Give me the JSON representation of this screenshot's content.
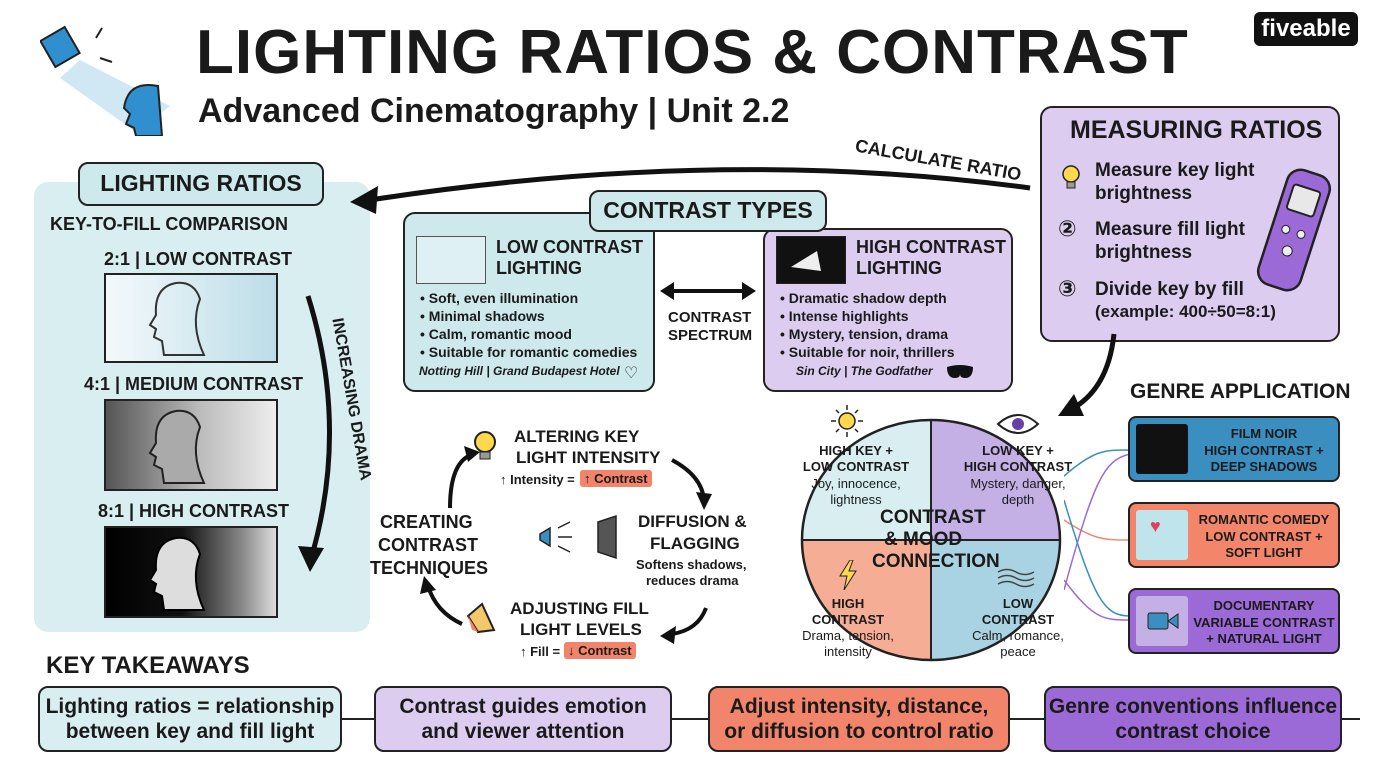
{
  "header": {
    "title": "LIGHTING RATIOS & CONTRAST",
    "subtitle": "Advanced Cinematography | Unit 2.2",
    "logo": "fiveable"
  },
  "lighting_ratios": {
    "heading": "LIGHTING RATIOS",
    "subheading": "KEY-TO-FILL COMPARISON",
    "items": [
      {
        "label": "2:1 | LOW CONTRAST"
      },
      {
        "label": "4:1 | MEDIUM CONTRAST"
      },
      {
        "label": "8:1 | HIGH CONTRAST"
      }
    ],
    "arrow_label": "INCREASING DRAMA"
  },
  "calculate_label": "CALCULATE RATIO",
  "contrast_types": {
    "heading": "CONTRAST TYPES",
    "low": {
      "title_line1": "LOW CONTRAST",
      "title_line2": "LIGHTING",
      "bullets": [
        "Soft, even illumination",
        "Minimal shadows",
        "Calm, romantic mood",
        "Suitable for romantic comedies"
      ],
      "examples": "Notting Hill | Grand Budapest Hotel"
    },
    "spectrum_line1": "CONTRAST",
    "spectrum_line2": "SPECTRUM",
    "high": {
      "title_line1": "HIGH CONTRAST",
      "title_line2": "LIGHTING",
      "bullets": [
        "Dramatic shadow depth",
        "Intense highlights",
        "Mystery, tension, drama",
        "Suitable for noir, thrillers"
      ],
      "examples": "Sin City | The Godfather"
    }
  },
  "measuring": {
    "heading": "MEASURING RATIOS",
    "steps": [
      {
        "num": "",
        "line1": "Measure key light",
        "line2": "brightness"
      },
      {
        "num": "②",
        "line1": "Measure fill light",
        "line2": "brightness"
      },
      {
        "num": "③",
        "line1": "Divide key by fill",
        "line2": "(example: 400÷50=8:1)"
      }
    ]
  },
  "techniques": {
    "center_line1": "CREATING",
    "center_line2": "CONTRAST",
    "center_line3": "TECHNIQUES",
    "altering_line1": "ALTERING KEY",
    "altering_line2": "LIGHT INTENSITY",
    "altering_formula_left": "↑ Intensity =",
    "altering_formula_right": "↑ Contrast",
    "diffusion_line1": "DIFFUSION &",
    "diffusion_line2": "FLAGGING",
    "diffusion_desc1": "Softens shadows,",
    "diffusion_desc2": "reduces drama",
    "fill_line1": "ADJUSTING FILL",
    "fill_line2": "LIGHT LEVELS",
    "fill_formula_left": "↑ Fill =",
    "fill_formula_right": "↓ Contrast"
  },
  "mood": {
    "center_line1": "CONTRAST",
    "center_line2": "& MOOD",
    "center_line3": "CONNECTION",
    "q1_line1": "HIGH KEY +",
    "q1_line2": "LOW CONTRAST",
    "q1_desc1": "Joy, innocence,",
    "q1_desc2": "lightness",
    "q2_line1": "LOW KEY +",
    "q2_line2": "HIGH CONTRAST",
    "q2_desc1": "Mystery, danger,",
    "q2_desc2": "depth",
    "q3_line1": "HIGH",
    "q3_line2": "CONTRAST",
    "q3_desc1": "Drama, tension,",
    "q3_desc2": "intensity",
    "q4_line1": "LOW",
    "q4_line2": "CONTRAST",
    "q4_desc1": "Calm, romance,",
    "q4_desc2": "peace"
  },
  "genre": {
    "heading": "GENRE APPLICATION",
    "items": [
      {
        "name": "FILM NOIR",
        "desc1": "HIGH CONTRAST +",
        "desc2": "DEEP SHADOWS",
        "color": "#3a8fc0"
      },
      {
        "name": "ROMANTIC COMEDY",
        "desc1": "LOW CONTRAST +",
        "desc2": "SOFT LIGHT",
        "color": "#f3866a"
      },
      {
        "name": "DOCUMENTARY",
        "desc1": "VARIABLE CONTRAST",
        "desc2": "+ NATURAL LIGHT",
        "color": "#9b6ad6"
      }
    ]
  },
  "takeaways": {
    "heading": "KEY TAKEAWAYS",
    "items": [
      {
        "line1": "Lighting ratios = relationship",
        "line2": "between key and fill light"
      },
      {
        "line1": "Contrast guides emotion",
        "line2": "and viewer attention"
      },
      {
        "line1": "Adjust intensity, distance,",
        "line2": "or diffusion to control ratio"
      },
      {
        "line1": "Genre conventions influence",
        "line2": "contrast choice"
      }
    ]
  },
  "colors": {
    "teal_bg": "#d9eef1",
    "teal_box": "#cde9ec",
    "lavender": "#dccdf0",
    "lavender_dark": "#c9b3ea",
    "salmon": "#f6ad96",
    "blue_quadrant": "#a9d3e2",
    "purple_quadrant": "#c5b0e6",
    "orange_takeaway": "#f1846a",
    "purple_takeaway": "#9b6ad6"
  }
}
